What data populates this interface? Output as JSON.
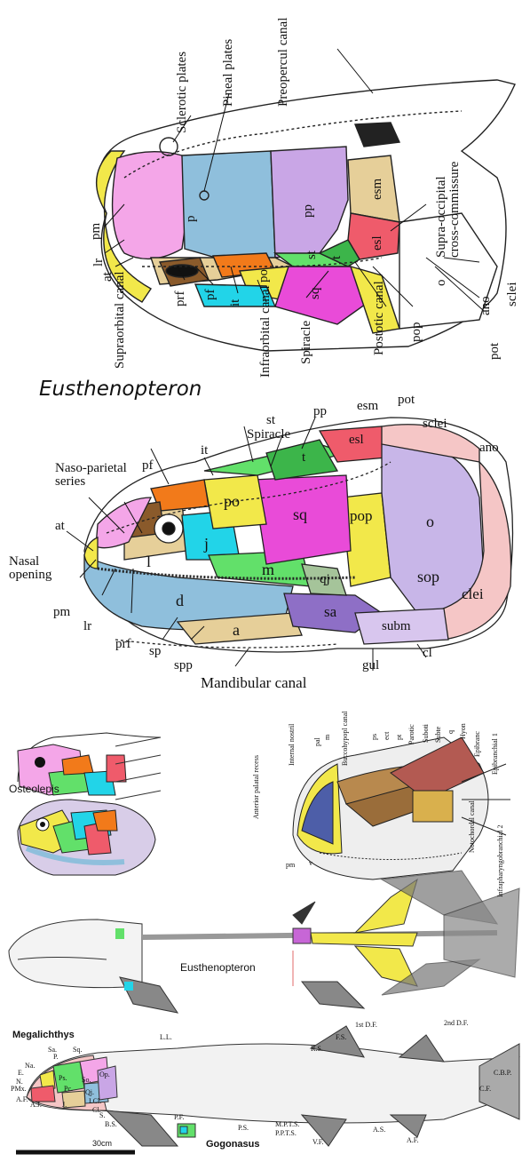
{
  "top_skull": {
    "bones": [
      "pm",
      "lr",
      "at",
      "p",
      "pp",
      "esm",
      "esl",
      "po",
      "st",
      "t",
      "sq",
      "o",
      "ano",
      "sclei",
      "pot",
      "pop",
      "prf",
      "pf",
      "it"
    ],
    "labels": {
      "sclerotic": "Sclerotic plates",
      "pineal": "Pineal plates",
      "preopercul": "Preopercul canal",
      "supraorbital": "Supraorbital canal",
      "infraorbital": "Infraorbital canal",
      "spiracle": "Spiracle",
      "postotic": "Postotic canal",
      "supraoccipital": "Supra-occipital cross-commissure"
    }
  },
  "title": "Eusthenopteron",
  "side_skull": {
    "bones": [
      "pp",
      "esm",
      "pot",
      "sclei",
      "ano",
      "esl",
      "t",
      "st",
      "it",
      "pf",
      "po",
      "sq",
      "pop",
      "o",
      "at",
      "l",
      "j",
      "m",
      "qj",
      "sop",
      "clei",
      "pm",
      "lr",
      "prf",
      "d",
      "a",
      "sa",
      "subm",
      "sp",
      "spp",
      "gul",
      "cl"
    ],
    "labels": {
      "spiracle": "Spiracle",
      "naso": "Naso-parietal series",
      "nasal": "Nasal opening",
      "mandibular": "Mandibular canal"
    }
  },
  "panels": {
    "osteolepis": "Osteolepis",
    "eusthenopteron": "Eusthenopteron",
    "megalichthys": "Megalichthys",
    "gogonasus": "Gogonasus",
    "scale": "30cm"
  },
  "palate": {
    "labels": [
      "Anterior palatal recess",
      "Internal nostril",
      "pal",
      "m",
      "Buccohypopl canal",
      "ps",
      "ect",
      "pt",
      "Parotic",
      "Suboti",
      "Subte",
      "q",
      "Hyon",
      "Epibranc",
      "Epibranchial 1",
      "Notochordal canal",
      "Infrapharyngobranchial 2",
      "pm",
      "v"
    ]
  },
  "megalichthys_labels": [
    "Na.",
    "Sa.",
    "P.",
    "Sq.",
    "E.",
    "N.",
    "PMx.",
    "A.F.",
    "A.J.",
    "J.",
    "I.Cl.",
    "Cl.",
    "S.",
    "B.S.",
    "L.L.",
    "F.S.",
    "R.S.",
    "1st D.F.",
    "2nd D.F.",
    "C.B.P.",
    "C.F.",
    "P.F.",
    "P.S.",
    "M.P.T.S.",
    "P.P.T.S.",
    "V.F.",
    "A.S.",
    "A.F.",
    "Op.",
    "Qj.",
    "So.",
    "Ps.",
    "Pc."
  ],
  "colors": {
    "yellow": "#f2e84a",
    "pink": "#f4a6e8",
    "blue": "#8fbfdc",
    "lilac": "#c9a6e6",
    "tan": "#e6cf99",
    "red": "#ef5b6b",
    "orange": "#f27a1a",
    "green": "#62e06a",
    "magenta": "#e94bd8",
    "cyan": "#22d4e8",
    "brown": "#8a5a2b",
    "lavender": "#c8b6e8",
    "salmon": "#f5c6c6",
    "sage": "#a5c49a"
  }
}
